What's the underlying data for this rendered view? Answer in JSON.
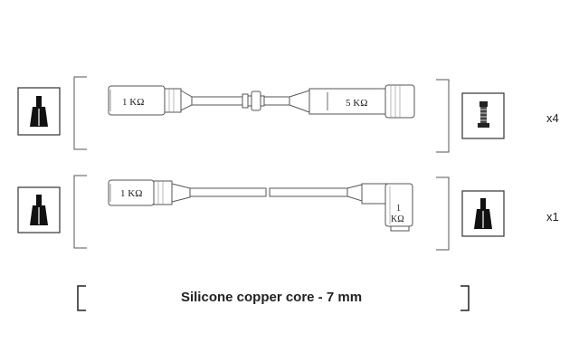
{
  "wire_top": {
    "resistor_left": "1 KΩ",
    "resistor_right": "5 KΩ",
    "quantity": "x4"
  },
  "wire_bottom": {
    "resistor_left": "1 KΩ",
    "resistor_right_line1": "1",
    "resistor_right_line2": "KΩ",
    "quantity": "x1"
  },
  "caption": "Silicone copper core - 7 mm"
}
